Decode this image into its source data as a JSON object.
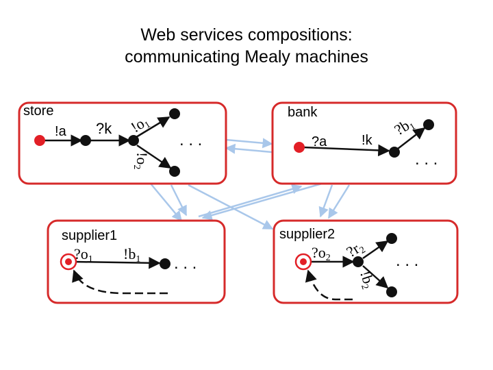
{
  "title": {
    "line1": "Web services compositions:",
    "line2": "communicating Mealy machines"
  },
  "colors": {
    "box_border": "#d62a2a",
    "initial_state": "#e21f26",
    "state": "#111111",
    "channel_arrow": "#a9c7ea"
  },
  "store": {
    "name": "store",
    "t_a": {
      "prefix": "!",
      "name": "a",
      "sub": ""
    },
    "t_k": {
      "prefix": "?",
      "name": "k",
      "sub": ""
    },
    "t_o1": {
      "prefix": "!",
      "name": "o",
      "sub": "1"
    },
    "t_o2": {
      "prefix": "!",
      "name": "o",
      "sub": "2"
    },
    "ellipsis": ". . ."
  },
  "bank": {
    "name": "bank",
    "t_a": {
      "prefix": "?",
      "name": "a",
      "sub": ""
    },
    "t_k": {
      "prefix": "!",
      "name": "k",
      "sub": ""
    },
    "t_b1": {
      "prefix": "?",
      "name": "b",
      "sub": "1"
    },
    "ellipsis": ". . ."
  },
  "supplier1": {
    "name": "supplier1",
    "t_o1": {
      "prefix": "?",
      "name": "o",
      "sub": "1"
    },
    "t_b1": {
      "prefix": "!",
      "name": "b",
      "sub": "1"
    },
    "ellipsis": ". . ."
  },
  "supplier2": {
    "name": "supplier2",
    "t_o2": {
      "prefix": "?",
      "name": "o",
      "sub": "2"
    },
    "t_r2": {
      "prefix": "?",
      "name": "r",
      "sub": "2"
    },
    "t_b2": {
      "prefix": "!",
      "name": "b",
      "sub": "2"
    },
    "ellipsis": ". . ."
  }
}
